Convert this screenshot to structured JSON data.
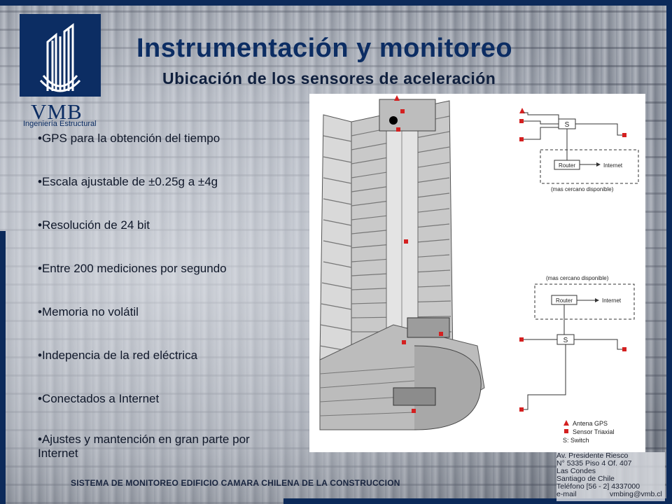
{
  "header": {
    "title": "Instrumentación y monitoreo",
    "subtitle": "Ubicación de los sensores de aceleración"
  },
  "logo": {
    "name": "VMB",
    "tagline": "Ingeniería Estructural"
  },
  "bullets": [
    "•GPS para la obtención del tiempo",
    "•Escala ajustable de ±0.25g a ±4g",
    "•Resolución de 24 bit",
    "•Entre 200 mediciones por segundo",
    "•Memoria no volátil",
    "•Indepencia de la red eléctrica",
    "•Conectados a Internet",
    "•Ajustes y mantención en gran parte por Internet"
  ],
  "diagram": {
    "top_network": {
      "switch_label": "S",
      "router_label": "Router",
      "internet_label": "Internet",
      "note": "(mas cercano disponible)"
    },
    "bottom_network": {
      "switch_label": "S",
      "router_label": "Router",
      "internet_label": "Internet",
      "note": "(mas cercano disponible)"
    },
    "legend": {
      "gps": "Antena GPS",
      "sensor": "Sensor Triaxial",
      "switch": "S: Switch"
    },
    "colors": {
      "marker": "#d42020",
      "line": "#333333"
    }
  },
  "footer": {
    "text": "SISTEMA DE MONITOREO EDIFICIO CAMARA CHILENA DE LA CONSTRUCCION"
  },
  "address": {
    "line1": "Av. Presidente Riesco",
    "line2": "N° 5335 Piso 4 Of. 407",
    "line3": "Las Condes",
    "line4": "Santiago de Chile",
    "line5": "Teléfono [56 - 2] 4337000",
    "line6": "e-mail",
    "email": "vmbing@vmb.cl"
  },
  "theme": {
    "navy": "#0c2d63"
  }
}
